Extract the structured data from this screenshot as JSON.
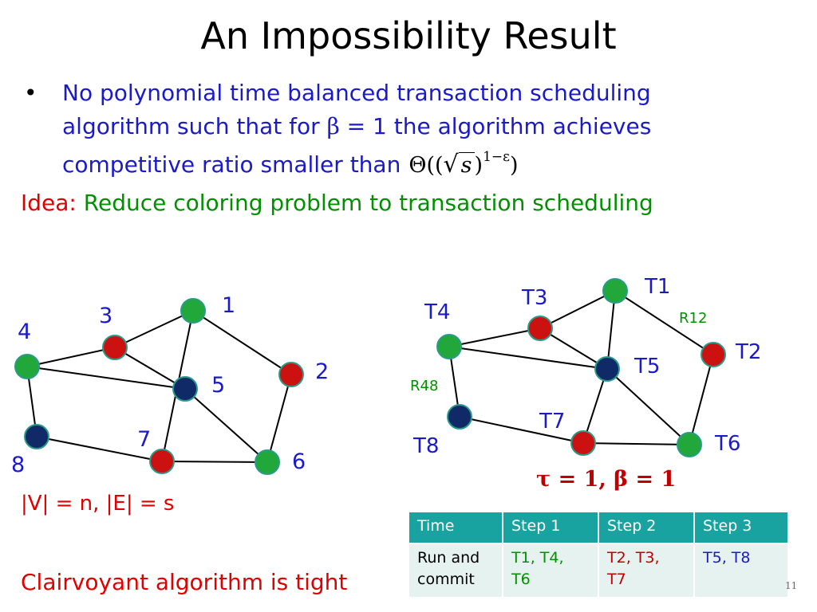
{
  "title": "An Impossibility Result",
  "bullet": {
    "symbol": "•",
    "line1": "No polynomial time balanced transaction scheduling",
    "line2_a": "algorithm such that for ",
    "beta": "β",
    "line2_b": " = 1 the algorithm achieves",
    "line3": "competitive ratio smaller than",
    "formula": {
      "theta": "Θ((",
      "radicand": "s",
      "close": ")",
      "exponent": "1−ε",
      "end": ")"
    }
  },
  "idea": {
    "label": "Idea:",
    "text": "Reduce coloring problem to transaction scheduling"
  },
  "colors": {
    "green": "#22a83a",
    "red": "#cc1111",
    "navy": "#0f2a66",
    "node_stroke": "#2a9a8a"
  },
  "left_graph": {
    "vertices": [
      {
        "id": "1",
        "label": "1",
        "color": "green"
      },
      {
        "id": "2",
        "label": "2",
        "color": "red"
      },
      {
        "id": "3",
        "label": "3",
        "color": "red"
      },
      {
        "id": "4",
        "label": "4",
        "color": "green"
      },
      {
        "id": "5",
        "label": "5",
        "color": "navy"
      },
      {
        "id": "6",
        "label": "6",
        "color": "green"
      },
      {
        "id": "7",
        "label": "7",
        "color": "red"
      },
      {
        "id": "8",
        "label": "8",
        "color": "navy"
      }
    ],
    "edges": [
      [
        "3",
        "1"
      ],
      [
        "1",
        "2"
      ],
      [
        "1",
        "7"
      ],
      [
        "3",
        "5"
      ],
      [
        "4",
        "3"
      ],
      [
        "4",
        "5"
      ],
      [
        "4",
        "8"
      ],
      [
        "8",
        "7"
      ],
      [
        "7",
        "6"
      ],
      [
        "5",
        "6"
      ],
      [
        "2",
        "6"
      ]
    ]
  },
  "right_graph": {
    "vertices": [
      {
        "id": "T1",
        "label": "T1",
        "color": "green"
      },
      {
        "id": "T2",
        "label": "T2",
        "color": "red"
      },
      {
        "id": "T3",
        "label": "T3",
        "color": "red"
      },
      {
        "id": "T4",
        "label": "T4",
        "color": "green"
      },
      {
        "id": "T5",
        "label": "T5",
        "color": "navy"
      },
      {
        "id": "T6",
        "label": "T6",
        "color": "green"
      },
      {
        "id": "T7",
        "label": "T7",
        "color": "red"
      },
      {
        "id": "T8",
        "label": "T8",
        "color": "navy"
      }
    ],
    "edges": [
      [
        "T3",
        "T1"
      ],
      [
        "T1",
        "T2"
      ],
      [
        "T1",
        "T5"
      ],
      [
        "T3",
        "T5"
      ],
      [
        "T4",
        "T3"
      ],
      [
        "T4",
        "T5"
      ],
      [
        "T4",
        "T8"
      ],
      [
        "T8",
        "T7"
      ],
      [
        "T7",
        "T6"
      ],
      [
        "T5",
        "T6"
      ],
      [
        "T2",
        "T6"
      ],
      [
        "T5",
        "T7"
      ]
    ],
    "edge_labels": [
      "R12",
      "R48"
    ]
  },
  "tau_beta": "τ = 1, β = 1",
  "ve": "|V| = n,  |E| = s",
  "clairvoyant": "Clairvoyant algorithm is tight",
  "table": {
    "headers": [
      "Time",
      "Step 1",
      "Step 2",
      "Step 3"
    ],
    "row": {
      "label": [
        "Run and",
        "commit"
      ],
      "step1": [
        "T1, T4,",
        "T6"
      ],
      "step2": [
        "T2, T3,",
        "T7"
      ],
      "step3": [
        "T5, T8"
      ]
    }
  },
  "slide_number": "11"
}
